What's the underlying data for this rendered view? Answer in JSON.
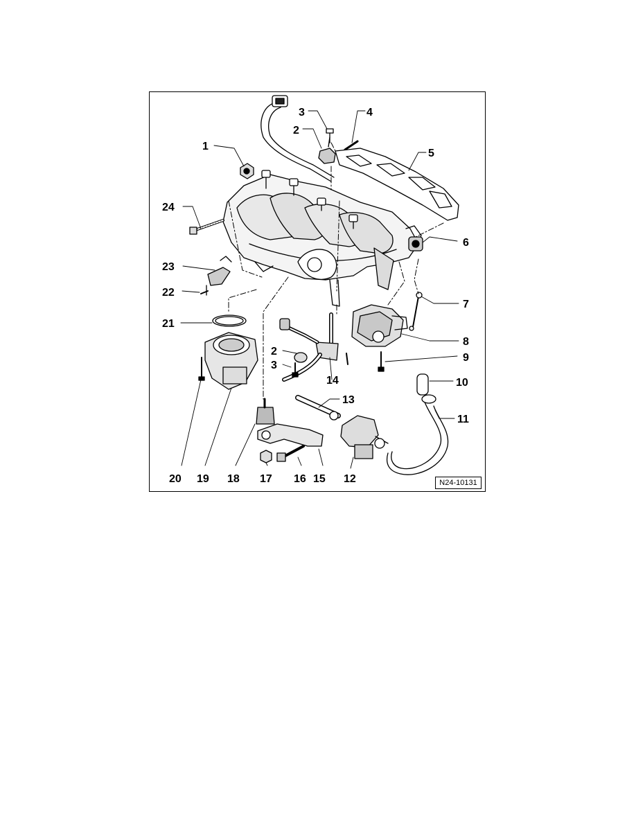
{
  "figure": {
    "reference_code": "N24-10131",
    "callouts": [
      "1",
      "2",
      "3",
      "4",
      "5",
      "6",
      "7",
      "8",
      "9",
      "10",
      "11",
      "12",
      "13",
      "14",
      "15",
      "16",
      "17",
      "18",
      "19",
      "20",
      "21",
      "22",
      "23",
      "24",
      "2",
      "3"
    ]
  }
}
